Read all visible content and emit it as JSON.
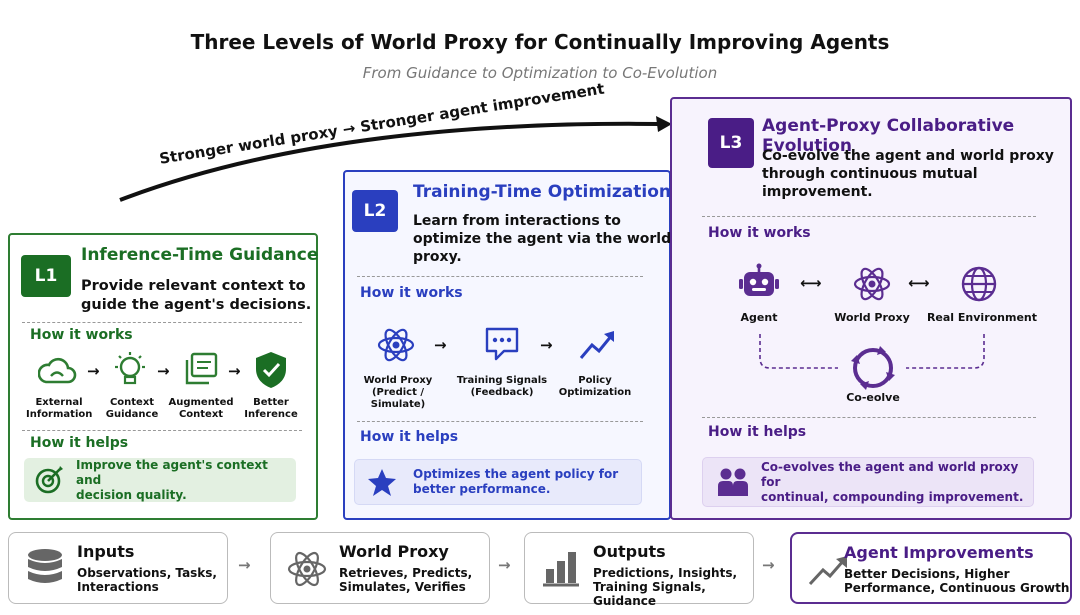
{
  "header": {
    "title": "Three Levels of World Proxy for Continually Improving Agents",
    "subtitle": "From Guidance to Optimization to Co-Evolution"
  },
  "trend_arrow": {
    "label": "Stronger world proxy → Stronger agent improvement"
  },
  "levels": [
    {
      "badge": "L1",
      "title": "Inference-Time Guidance",
      "description_lines": [
        "Provide relevant context to",
        "guide the agent's decisions."
      ],
      "how_it_works_label": "How it works",
      "steps": [
        {
          "icon": "cloud-icon",
          "label_lines": [
            "External",
            "Information"
          ]
        },
        {
          "icon": "lightbulb-icon",
          "label_lines": [
            "Context",
            "Guidance"
          ]
        },
        {
          "icon": "documents-icon",
          "label_lines": [
            "Augmented",
            "Context"
          ]
        },
        {
          "icon": "shield-check-icon",
          "label_lines": [
            "Better",
            "Inference"
          ]
        }
      ],
      "how_it_helps_label": "How it helps",
      "help_lines": [
        "Improve the agent's context and",
        "decision quality."
      ],
      "help_icon": "target-icon",
      "color": "#2e7d32"
    },
    {
      "badge": "L2",
      "title": "Training-Time Optimization",
      "description_lines": [
        "Learn from interactions to",
        "optimize the agent via the world",
        "proxy."
      ],
      "how_it_works_label": "How it works",
      "steps": [
        {
          "icon": "atom-icon",
          "label_lines": [
            "World Proxy",
            "(Predict / Simulate)"
          ]
        },
        {
          "icon": "chat-icon",
          "label_lines": [
            "Training Signals",
            "(Feedback)"
          ]
        },
        {
          "icon": "trend-up-icon",
          "label_lines": [
            "Policy",
            "Optimization"
          ]
        }
      ],
      "how_it_helps_label": "How it helps",
      "help_lines": [
        "Optimizes the agent policy for",
        "better performance."
      ],
      "help_icon": "star-icon",
      "color": "#2a3fbf"
    },
    {
      "badge": "L3",
      "title": "Agent-Proxy Collaborative Evolution",
      "description_lines": [
        "Co-evolve the agent and world proxy",
        "through continuous mutual",
        "improvement."
      ],
      "how_it_works_label": "How it works",
      "steps": [
        {
          "icon": "robot-icon",
          "label_lines": [
            "Agent"
          ]
        },
        {
          "icon": "atom-icon",
          "label_lines": [
            "World Proxy"
          ]
        },
        {
          "icon": "globe-icon",
          "label_lines": [
            "Real Environment"
          ]
        }
      ],
      "cycle_label": "Co-eolve",
      "how_it_helps_label": "How it helps",
      "help_lines": [
        "Co-evolves the agent and world proxy for",
        "continual, compounding improvement."
      ],
      "help_icon": "people-icon",
      "color": "#5b2d91"
    }
  ],
  "pipeline": [
    {
      "icon": "database-icon",
      "title": "Inputs",
      "description_lines": [
        "Observations, Tasks,",
        "Interactions"
      ]
    },
    {
      "icon": "atom-icon",
      "title": "World Proxy",
      "description_lines": [
        "Retrieves, Predicts,",
        "Simulates, Verifies"
      ]
    },
    {
      "icon": "bar-chart-icon",
      "title": "Outputs",
      "description_lines": [
        "Predictions, Insights,",
        "Training Signals, Guidance"
      ]
    },
    {
      "icon": "trend-up-icon",
      "title": "Agent Improvements",
      "description_lines": [
        "Better Decisions, Higher",
        "Performance, Continuous Growth"
      ]
    }
  ],
  "colors": {
    "green": "#2e7d32",
    "blue": "#2a3fbf",
    "purple": "#5b2d91",
    "green_help_bg": "#e3f0e1",
    "blue_help_bg": "#e8eafb",
    "purple_help_bg": "#ece4f7"
  }
}
